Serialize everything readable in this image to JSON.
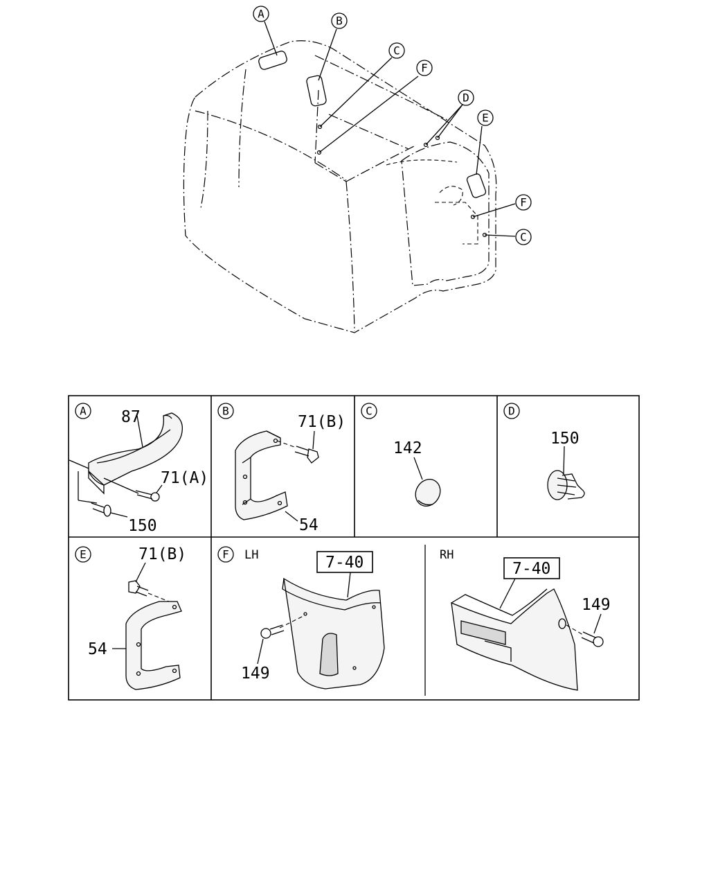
{
  "overview": {
    "callouts": [
      "A",
      "B",
      "C",
      "F",
      "D",
      "E",
      "F",
      "C"
    ]
  },
  "panels": {
    "A": {
      "letter": "A",
      "parts": [
        "87",
        "71(A)",
        "150"
      ]
    },
    "B": {
      "letter": "B",
      "parts": [
        "71(B)",
        "54"
      ]
    },
    "C": {
      "letter": "C",
      "parts": [
        "142"
      ]
    },
    "D": {
      "letter": "D",
      "parts": [
        "150"
      ]
    },
    "E": {
      "letter": "E",
      "parts": [
        "71(B)",
        "54"
      ]
    },
    "F": {
      "letter": "F",
      "lh": {
        "side": "LH",
        "ref": "7-40",
        "part": "149"
      },
      "rh": {
        "side": "RH",
        "ref": "7-40",
        "part": "149"
      }
    }
  }
}
